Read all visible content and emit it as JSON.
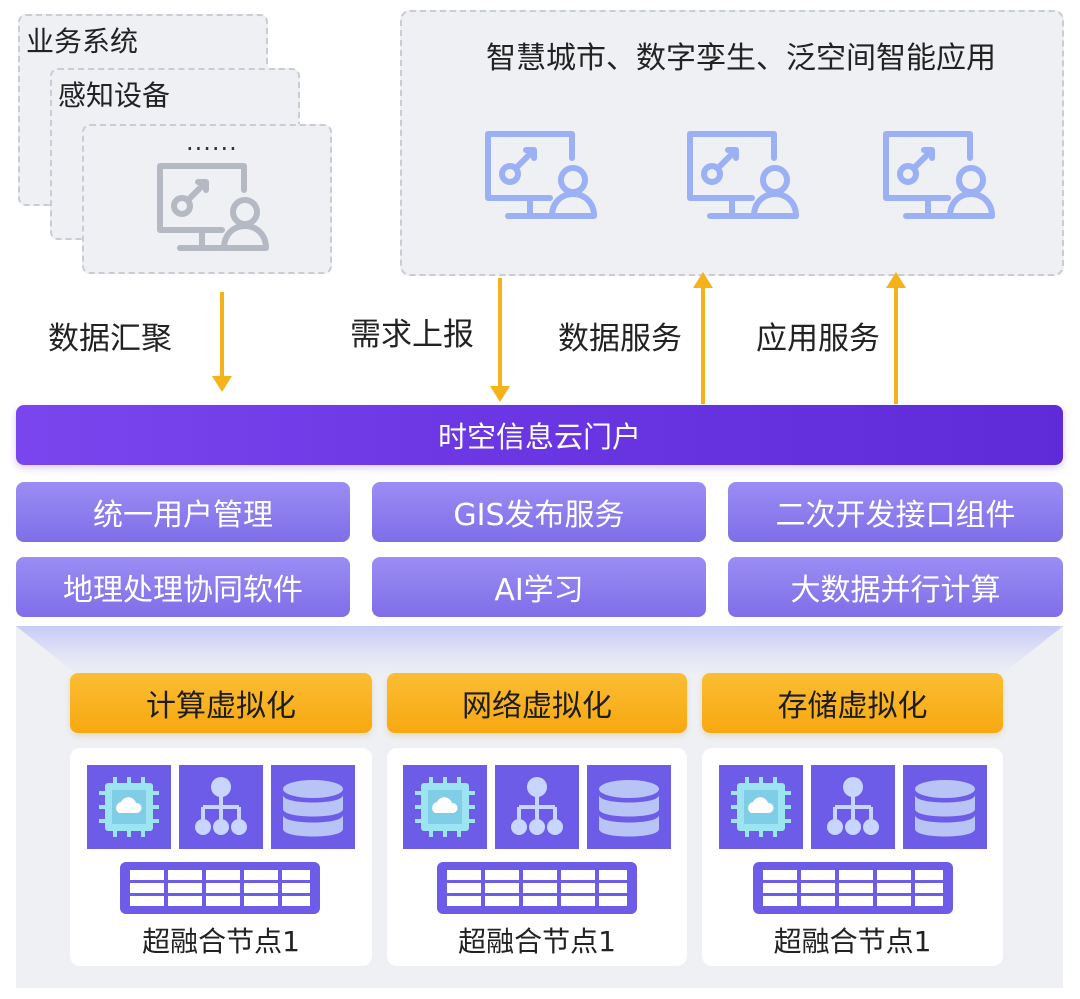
{
  "sources": {
    "card_business": "业务系统",
    "card_sensing": "感知设备",
    "card_more": "......",
    "icon": "monitor-user-icon"
  },
  "applications": {
    "title": "智慧城市、数字孪生、泛空间智能应用",
    "icon": "monitor-user-icon"
  },
  "flows": {
    "data_aggregation": "数据汇聚",
    "demand_report": "需求上报",
    "data_service": "数据服务",
    "app_service": "应用服务"
  },
  "portal": {
    "label": "时空信息云门户"
  },
  "services": {
    "row1": [
      "统一用户管理",
      "GIS发布服务",
      "二次开发接口组件"
    ],
    "row2": [
      "地理处理协同软件",
      "AI学习",
      "大数据并行计算"
    ]
  },
  "virtualization": [
    "计算虚拟化",
    "网络虚拟化",
    "存储虚拟化"
  ],
  "nodes": [
    {
      "label": "超融合节点1"
    },
    {
      "label": "超融合节点1"
    },
    {
      "label": "超融合节点1"
    }
  ],
  "node_icons": [
    "cpu-cloud-icon",
    "network-topology-icon",
    "database-icon",
    "server-rack-icon"
  ],
  "colors": {
    "accent_purple": "#6a35e2",
    "service_purple": "#8a7bef",
    "tile_purple": "#6d5ce8",
    "virt_orange": "#f7a810",
    "arrow_orange": "#f5b21b",
    "icon_blue": "#9bb0f5",
    "icon_gray": "#b5b9c4",
    "panel_gray": "#eef0f4"
  }
}
